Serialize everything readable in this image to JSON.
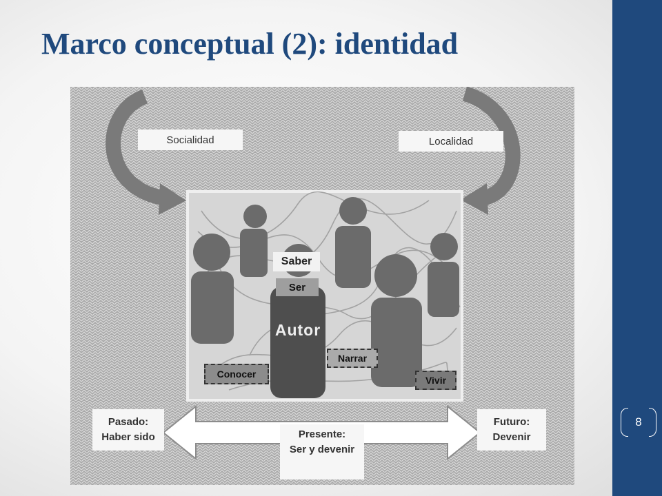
{
  "title": "Marco conceptual (2): identidad",
  "slide_number": "8",
  "colors": {
    "accent": "#1f497d",
    "figure": "#6b6b6b",
    "background": "#ffffff"
  },
  "diagram": {
    "top_left_label": "Socialidad",
    "top_right_label": "Localidad",
    "center_label": "Autor",
    "head_labels": [
      "Saber",
      "Ser"
    ],
    "action_labels": {
      "conocer": "Conocer",
      "narrar": "Narrar",
      "vivir": "Vivir"
    },
    "timeline": {
      "past_line1": "Pasado:",
      "past_line2": "Haber sido",
      "present_line1": "Presente:",
      "present_line2": "Ser y devenir",
      "future_line1": "Futuro:",
      "future_line2": "Devenir"
    }
  }
}
